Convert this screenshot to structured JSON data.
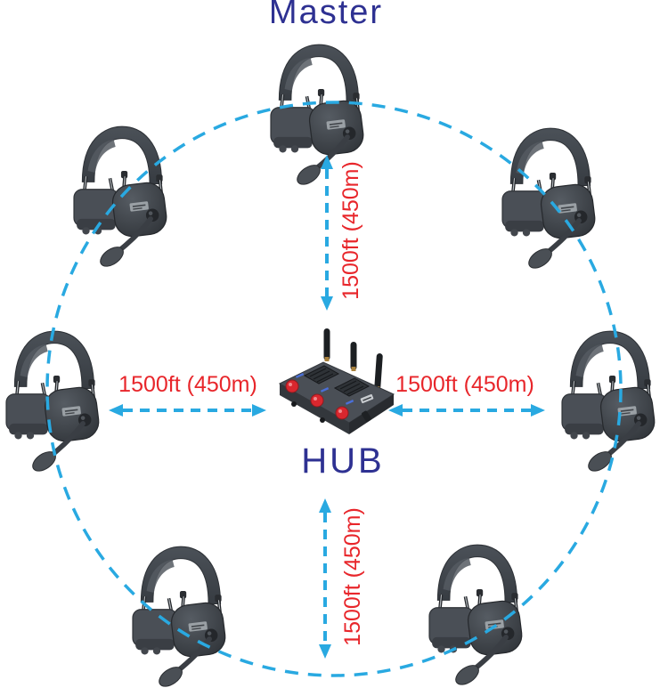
{
  "diagram": {
    "type": "wireless-intercom-range-diagram",
    "labels": {
      "master": "Master",
      "hub": "HUB"
    },
    "range_labels": {
      "master_to_hub": "1500ft (450m)",
      "left_headset_to_hub": "1500ft (450m)",
      "right_headset_to_hub": "1500ft (450m)",
      "bottom_to_hub": "1500ft (450m)"
    },
    "devices": {
      "hub": {
        "icon": "hub-device-icon",
        "position": "center"
      },
      "headsets": [
        {
          "role": "master",
          "position": "top-center",
          "icon": "headset-icon"
        },
        {
          "role": "remote",
          "position": "upper-left",
          "icon": "headset-icon"
        },
        {
          "role": "remote",
          "position": "upper-right",
          "icon": "headset-icon"
        },
        {
          "role": "remote",
          "position": "middle-left",
          "icon": "headset-icon"
        },
        {
          "role": "remote",
          "position": "middle-right",
          "icon": "headset-icon"
        },
        {
          "role": "remote",
          "position": "lower-left",
          "icon": "headset-icon"
        },
        {
          "role": "remote",
          "position": "lower-right",
          "icon": "headset-icon"
        }
      ]
    },
    "colors": {
      "label_blue": "#2E3192",
      "range_red": "#E8262B",
      "link_blue": "#29A9E1",
      "background": "#FFFFFF"
    }
  }
}
